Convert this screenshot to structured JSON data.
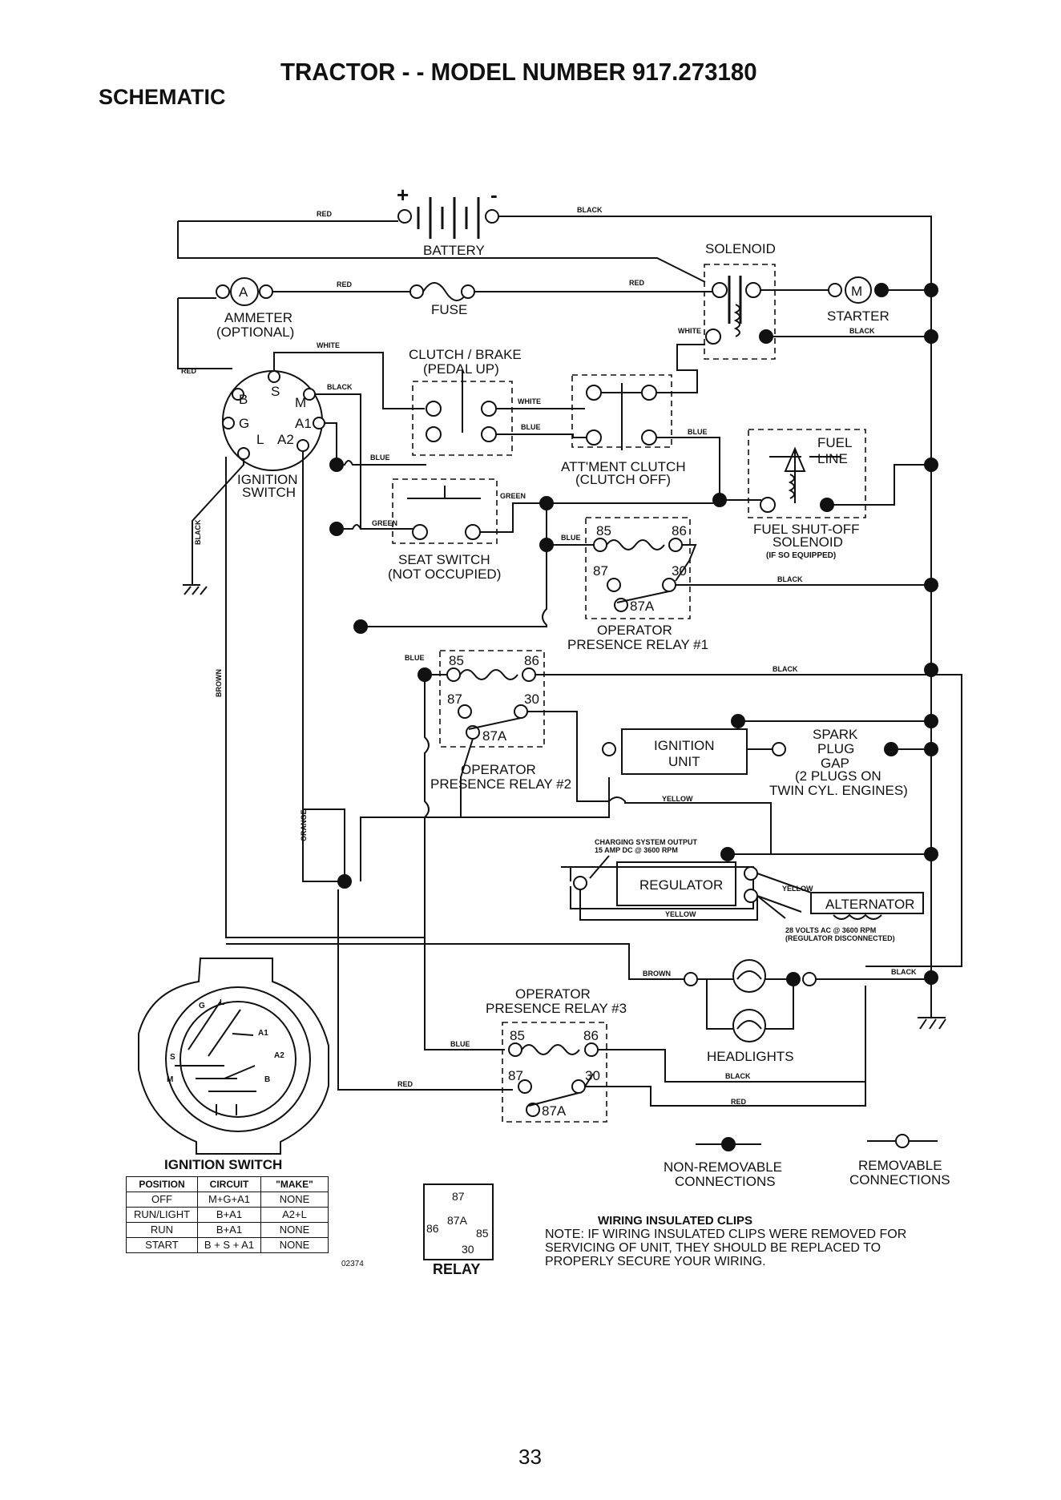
{
  "header": {
    "title": "TRACTOR - - MODEL NUMBER  917.273180",
    "subtitle": "SCHEMATIC"
  },
  "labels": {
    "battery": "BATTERY",
    "battery_plus": "+",
    "battery_minus": "-",
    "solenoid": "SOLENOID",
    "ammeter": "AMMETER",
    "ammeter_optional": "(OPTIONAL)",
    "ammeter_symbol": "A",
    "fuse": "FUSE",
    "starter": "STARTER",
    "starter_symbol": "M",
    "clutch_brake": "CLUTCH / BRAKE",
    "pedal_up": "(PEDAL UP)",
    "ignition_switch_label_1": "IGNITION",
    "ignition_switch_label_2": "SWITCH",
    "attment_clutch": "ATT'MENT CLUTCH",
    "clutch_off": "(CLUTCH OFF)",
    "fuel_line_1": "FUEL",
    "fuel_line_2": "LINE",
    "fuel_shutoff_1": "FUEL SHUT-OFF",
    "fuel_shutoff_2": "SOLENOID",
    "fuel_shutoff_3": "(IF SO EQUIPPED)",
    "seat_switch_1": "SEAT SWITCH",
    "seat_switch_2": "(NOT OCCUPIED)",
    "relay1_1": "OPERATOR",
    "relay1_2": "PRESENCE RELAY #1",
    "relay2_1": "OPERATOR",
    "relay2_2": "PRESENCE RELAY #2",
    "relay3_1": "OPERATOR",
    "relay3_2": "PRESENCE RELAY #3",
    "ignition_unit_1": "IGNITION",
    "ignition_unit_2": "UNIT",
    "spark_1": "SPARK",
    "spark_2": "PLUG",
    "spark_3": "GAP",
    "spark_4": "(2 PLUGS ON",
    "spark_5": "TWIN CYL. ENGINES)",
    "charging_1": "CHARGING SYSTEM OUTPUT",
    "charging_2": "15 AMP DC @ 3600 RPM",
    "regulator": "REGULATOR",
    "alternator": "ALTERNATOR",
    "alt_note_1": "28 VOLTS AC @ 3600 RPM",
    "alt_note_2": "(REGULATOR DISCONNECTED)",
    "headlights": "HEADLIGHTS",
    "non_removable_1": "NON-REMOVABLE",
    "non_removable_2": "CONNECTIONS",
    "removable_1": "REMOVABLE",
    "removable_2": "CONNECTIONS",
    "t85": "85",
    "t86": "86",
    "t87": "87",
    "t30": "30",
    "t87a": "87A",
    "sw_b": "B",
    "sw_s": "S",
    "sw_m": "M",
    "sw_g": "G",
    "sw_a1": "A1",
    "sw_l": "L",
    "sw_a2": "A2"
  },
  "wires": {
    "red": "RED",
    "black": "BLACK",
    "white": "WHITE",
    "blue": "BLUE",
    "green": "GREEN",
    "brown": "BROWN",
    "orange": "ORANGE",
    "yellow": "YELLOW"
  },
  "ignition_table": {
    "title": "IGNITION SWITCH",
    "headers": [
      "POSITION",
      "CIRCUIT",
      "\"MAKE\""
    ],
    "rows": [
      [
        "OFF",
        "M+G+A1",
        "NONE"
      ],
      [
        "RUN/LIGHT",
        "B+A1",
        "A2+L"
      ],
      [
        "RUN",
        "B+A1",
        "NONE"
      ],
      [
        "START",
        "B + S + A1",
        "NONE"
      ]
    ],
    "part_number": "02374"
  },
  "relay_legend": {
    "label": "RELAY",
    "t87": "87",
    "t87a": "87A",
    "t86": "86",
    "t85": "85",
    "t30": "30"
  },
  "note": {
    "title": "WIRING INSULATED CLIPS",
    "line1": "NOTE:  IF WIRING INSULATED CLIPS WERE REMOVED FOR",
    "line2": "SERVICING OF UNIT, THEY SHOULD BE REPLACED TO",
    "line3": "PROPERLY SECURE YOUR WIRING."
  },
  "page_number": "33"
}
